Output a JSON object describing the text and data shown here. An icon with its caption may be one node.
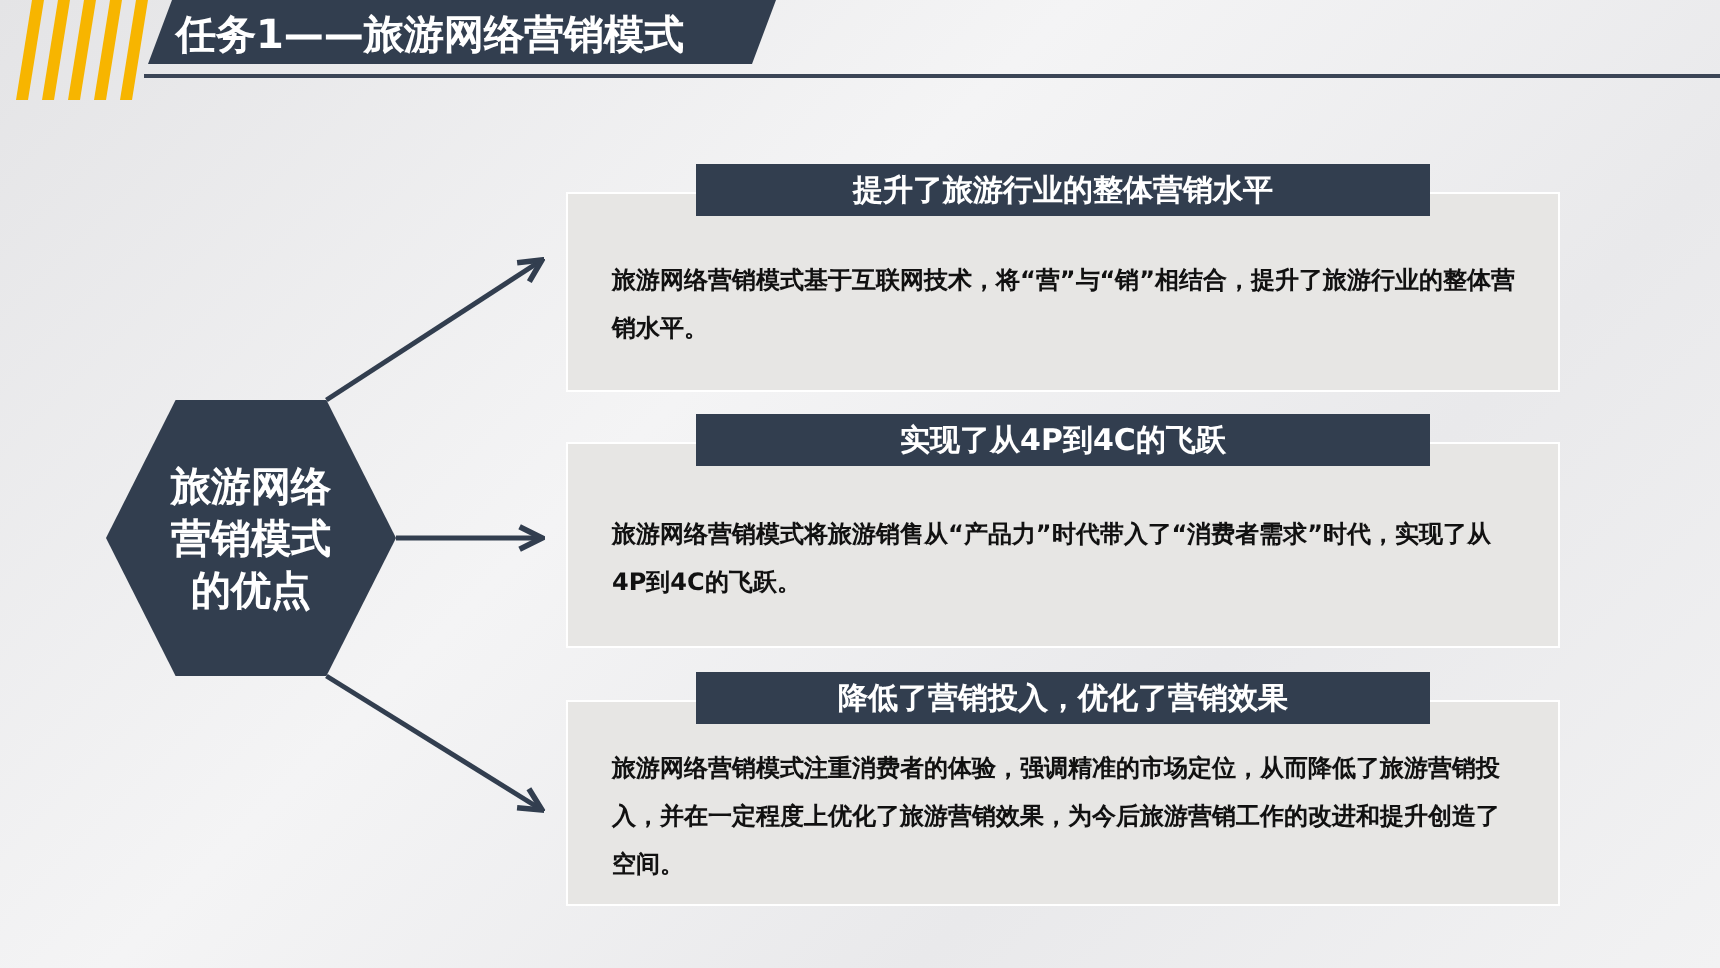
{
  "diagram": {
    "title": "任务1——旅游网络营销模式",
    "nodes": [
      {
        "text": [
          "旅游网络营销模式的优点"
        ]
      },
      {
        "text": [
          "提升了旅游行业的整体营销水平"
        ]
      },
      {
        "text": [
          "旅游网络营销模式基于互联网技术，将“营”与“销”相结合，提升了旅游行业的整体营销水平。"
        ]
      },
      {
        "text": [
          "实现了从4P到4C的飞跃"
        ]
      },
      {
        "text": [
          "旅游网络营销模式将旅游销售从“产品力”时代带入了“消费者需求”时代，实现了从4P到4C的飞跃。"
        ]
      },
      {
        "text": [
          "降低了营销投入，优化了营销效果"
        ]
      },
      {
        "text": [
          "旅游网络营销模式注重消费者的体验，强调精准的市场定位，从而降低了旅游营销投入，并在一定程度上优化了旅游营销效果，为今后旅游营销工作的改进和提升创造了空间。"
        ]
      }
    ],
    "edges": [
      {
        "from": 0,
        "to": 2,
        "arrow": "to"
      },
      {
        "from": 0,
        "to": 4,
        "arrow": "to"
      },
      {
        "from": 0,
        "to": 6,
        "arrow": "to"
      }
    ]
  }
}
